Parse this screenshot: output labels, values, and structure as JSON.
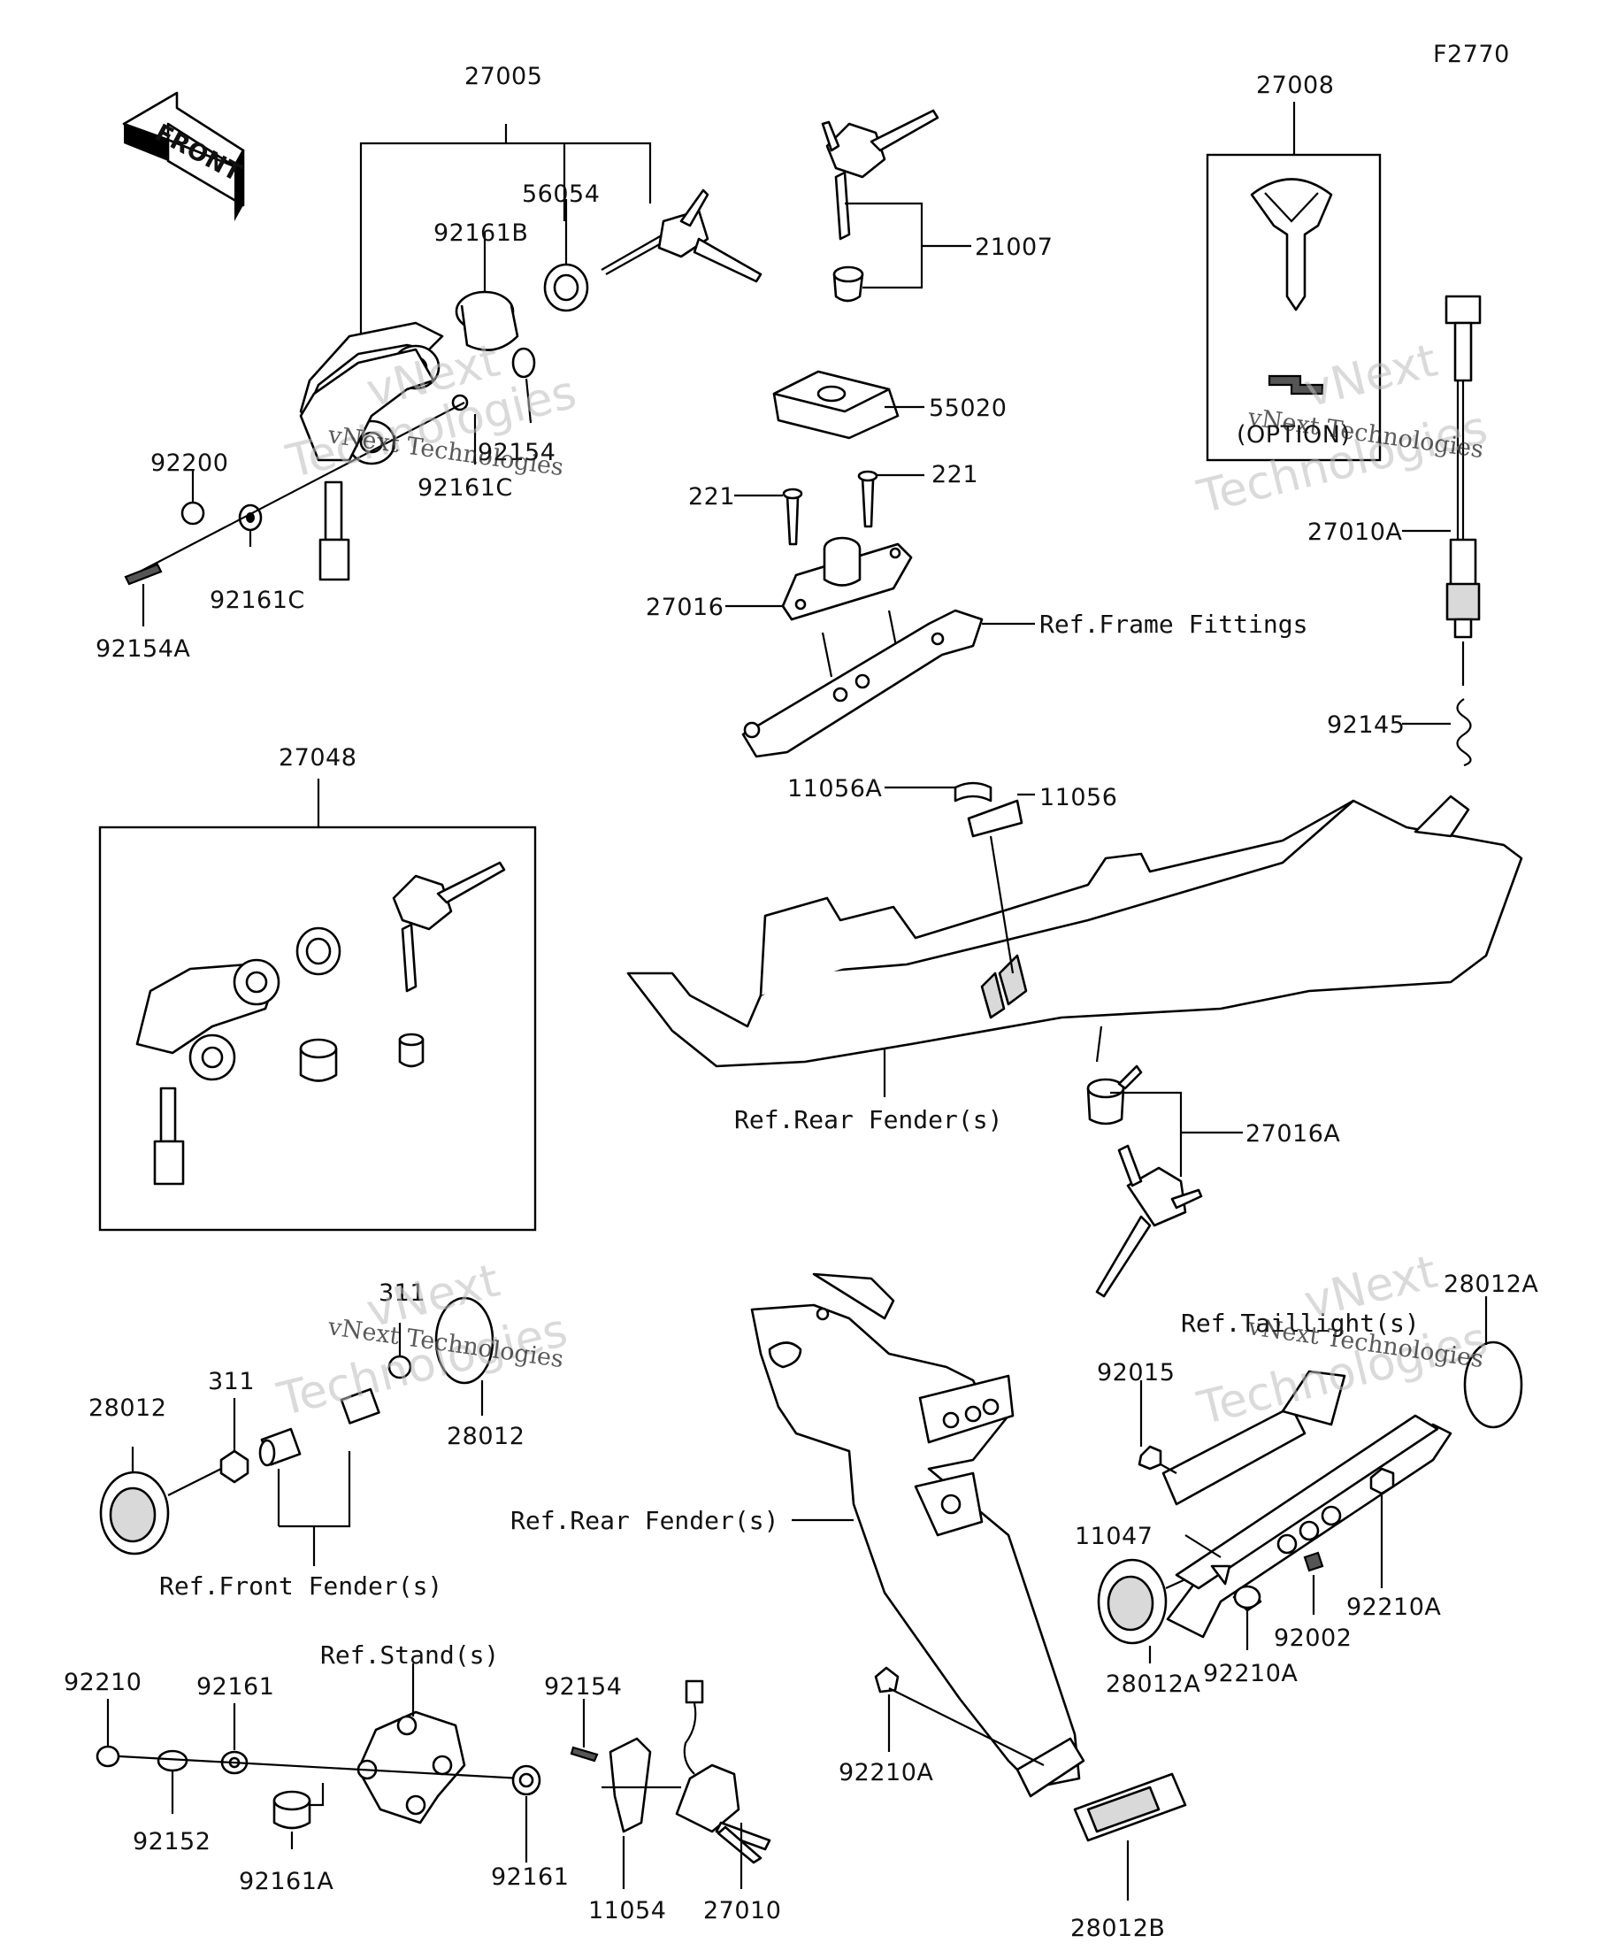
{
  "figure_code": "F2770",
  "front_label": "FRONT",
  "watermarks": {
    "brand": "vNext",
    "company": "Technologies",
    "full": "vNext Technologies"
  },
  "part_labels": {
    "p27005": "27005",
    "p56054": "56054",
    "p92161B": "92161B",
    "p92161C_top": "92161C",
    "p92154_overlap": "92154",
    "p92200": "92200",
    "p92161C": "92161C",
    "p92154A": "92154A",
    "p21007": "21007",
    "p55020": "55020",
    "p221_left": "221",
    "p221_right": "221",
    "p27016": "27016",
    "ref_frame": "Ref.Frame Fittings",
    "p27008": "27008",
    "option": "(OPTION)",
    "p27010A": "27010A",
    "p92145": "92145",
    "p27048": "27048",
    "p11056A": "11056A",
    "p11056": "11056",
    "ref_rear_fender_1": "Ref.Rear Fender(s)",
    "p27016A": "27016A",
    "p311_top": "311",
    "p311": "311",
    "p28012_left": "28012",
    "p28012_mid": "28012",
    "ref_front_fender": "Ref.Front Fender(s)",
    "ref_rear_fender_2": "Ref.Rear Fender(s)",
    "ref_taillight": "Ref.Taillight(s)",
    "p28012A_top": "28012A",
    "p92015": "92015",
    "p11047": "11047",
    "p92002": "92002",
    "p92210A_right": "92210A",
    "p92210A_mid": "92210A",
    "p28012A_bottom": "28012A",
    "ref_stand": "Ref.Stand(s)",
    "p92210": "92210",
    "p92161_left": "92161",
    "p92154": "92154",
    "p92152": "92152",
    "p92161A": "92161A",
    "p92161_right": "92161",
    "p11054": "11054",
    "p27010": "27010",
    "p92210A_bottom": "92210A",
    "p28012B": "28012B"
  }
}
